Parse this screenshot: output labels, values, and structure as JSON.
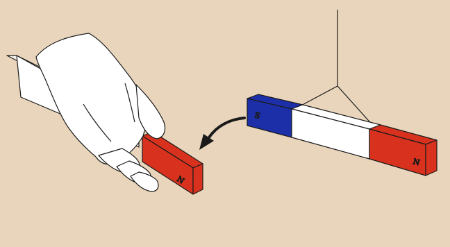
{
  "colors": {
    "background": "#e8d5bb",
    "north_pole": "#d8321e",
    "south_pole": "#1c2fa8",
    "neutral": "#ffffff",
    "outline": "#1a1a1a"
  },
  "hanging_magnet": {
    "south_label": "S",
    "north_label": "N"
  },
  "held_magnet": {
    "north_label": "N"
  },
  "arrow": {
    "meaning": "rotation"
  },
  "icons": [
    "hand-icon",
    "curved-arrow-icon",
    "string-icon"
  ]
}
